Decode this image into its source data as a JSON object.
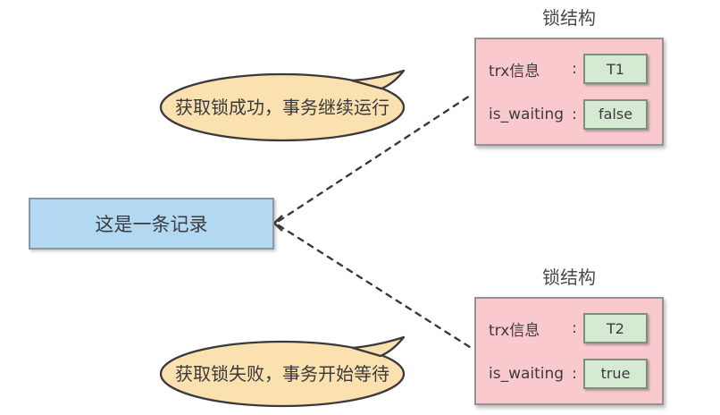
{
  "colors": {
    "record_fill": "#B3D9F2",
    "lock_fill": "#F9C9CE",
    "value_fill": "#D6E9D2",
    "bubble_fill": "#FBE0B0",
    "line": "#3A3A3A"
  },
  "record": {
    "label": "这是一条记录"
  },
  "bubbles": {
    "success": {
      "text": "获取锁成功，事务继续运行"
    },
    "fail": {
      "text": "获取锁失败，事务开始等待"
    }
  },
  "locks": {
    "top": {
      "title": "锁结构",
      "rows": [
        {
          "label": "trx信息",
          "colon": ":",
          "value": "T1"
        },
        {
          "label": "is_waiting",
          "colon": ":",
          "value": "false"
        }
      ]
    },
    "bottom": {
      "title": "锁结构",
      "rows": [
        {
          "label": "trx信息",
          "colon": ":",
          "value": "T2"
        },
        {
          "label": "is_waiting",
          "colon": ":",
          "value": "true"
        }
      ]
    }
  }
}
